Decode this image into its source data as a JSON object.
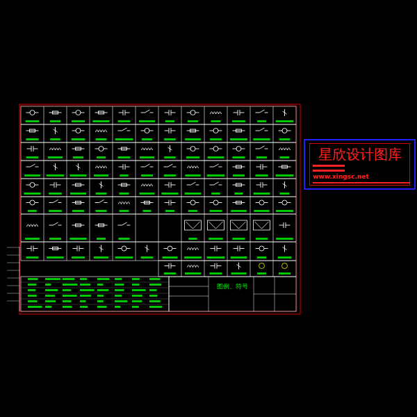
{
  "diagram": {
    "nodes": [
      {
        "text": [
          "星欣设计图库",
          "www.xingsc.net"
        ]
      }
    ],
    "labels": [
      "图例、符号"
    ]
  }
}
